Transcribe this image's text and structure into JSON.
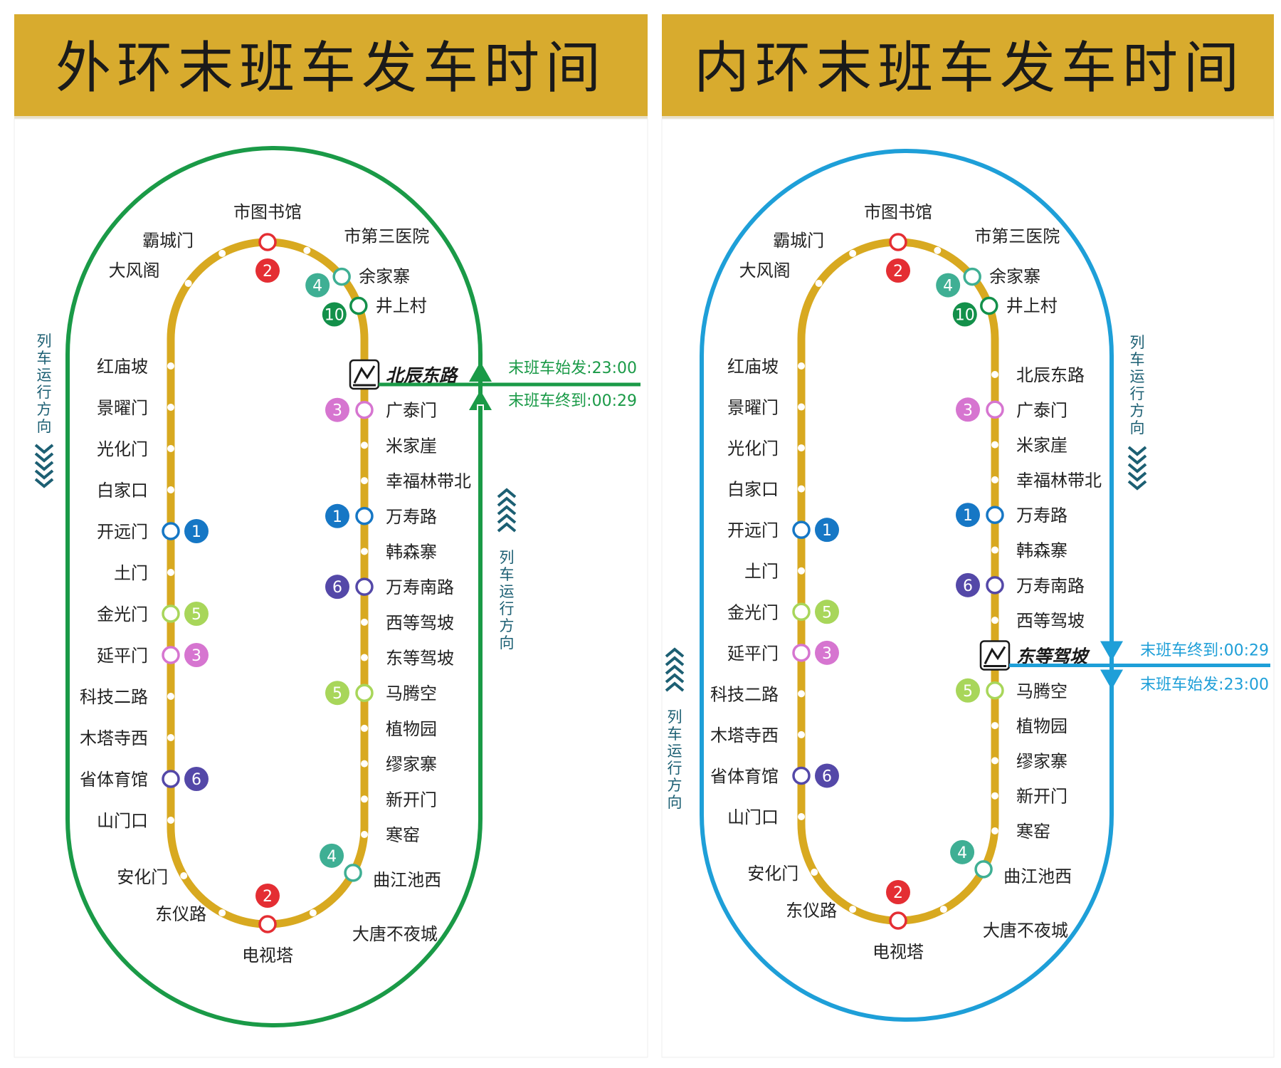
{
  "colors": {
    "header_bg": "#D8AB2E",
    "line_color": "#D8A920",
    "outer_loop": "#1A9A47",
    "inner_loop": "#1E9FD8",
    "dir_text": "#1C5F73",
    "line_badges": {
      "1": "#1677C5",
      "2": "#E42E33",
      "3": "#D675D0",
      "4": "#3FAF94",
      "5": "#A8D65A",
      "6": "#5448A8",
      "10": "#13904A"
    }
  },
  "panels": [
    {
      "id": "outer",
      "title": "外环末班车发车时间",
      "loop_color": "#1A9A47",
      "left_direction_text": "列车运行方向",
      "left_direction_arrows": "down",
      "right_direction_text": "列车运行方向",
      "right_direction_arrows": "up",
      "hub": {
        "name": "北辰东路",
        "side": "right",
        "index": 3,
        "depart_text": "末班车始发:23:00",
        "arrive_text": "末班车终到:00:29"
      },
      "top_station": "市图书馆",
      "top_transfer": [
        "2"
      ],
      "bottom_station": "电视塔",
      "bottom_transfer": [
        "2"
      ],
      "upper_left_arc": [
        "霸城门",
        "大风阁"
      ],
      "upper_right_arc": [
        {
          "name": "市第三医院",
          "transfer": []
        },
        {
          "name": "余家寨",
          "transfer": [
            "4"
          ]
        },
        {
          "name": "井上村",
          "transfer": [
            "10"
          ]
        }
      ],
      "left_column": [
        {
          "name": "红庙坡",
          "transfer": []
        },
        {
          "name": "景曜门",
          "transfer": []
        },
        {
          "name": "光化门",
          "transfer": []
        },
        {
          "name": "白家口",
          "transfer": []
        },
        {
          "name": "开远门",
          "transfer": [
            "1"
          ]
        },
        {
          "name": "土门",
          "transfer": []
        },
        {
          "name": "金光门",
          "transfer": [
            "5"
          ]
        },
        {
          "name": "延平门",
          "transfer": [
            "3"
          ]
        },
        {
          "name": "科技二路",
          "transfer": []
        },
        {
          "name": "木塔寺西",
          "transfer": []
        },
        {
          "name": "省体育馆",
          "transfer": [
            "6"
          ]
        },
        {
          "name": "山门口",
          "transfer": []
        }
      ],
      "right_column": [
        {
          "name": "北辰东路",
          "transfer": [],
          "hub": true
        },
        {
          "name": "广泰门",
          "transfer": [
            "3"
          ]
        },
        {
          "name": "米家崖",
          "transfer": []
        },
        {
          "name": "幸福林带北",
          "transfer": []
        },
        {
          "name": "万寿路",
          "transfer": [
            "1"
          ]
        },
        {
          "name": "韩森寨",
          "transfer": []
        },
        {
          "name": "万寿南路",
          "transfer": [
            "6"
          ]
        },
        {
          "name": "西等驾坡",
          "transfer": []
        },
        {
          "name": "东等驾坡",
          "transfer": []
        },
        {
          "name": "马腾空",
          "transfer": [
            "5"
          ]
        },
        {
          "name": "植物园",
          "transfer": []
        },
        {
          "name": "缪家寨",
          "transfer": []
        },
        {
          "name": "新开门",
          "transfer": []
        },
        {
          "name": "寒窑",
          "transfer": []
        }
      ],
      "lower_left_arc": [
        "安化门",
        "东仪路"
      ],
      "lower_right_arc": [
        {
          "name": "大唐不夜城",
          "transfer": []
        },
        {
          "name": "曲江池西",
          "transfer": [
            "4"
          ]
        }
      ]
    },
    {
      "id": "inner",
      "title": "内环末班车发车时间",
      "loop_color": "#1E9FD8",
      "left_direction_text": "列车运行方向",
      "left_direction_arrows": "up",
      "right_direction_text": "列车运行方向",
      "right_direction_arrows": "down",
      "hub": {
        "name": "东等驾坡",
        "side": "right",
        "depart_text": "末班车始发:23:00",
        "arrive_text": "末班车终到:00:29"
      },
      "top_station": "市图书馆",
      "top_transfer": [
        "2"
      ],
      "bottom_station": "电视塔",
      "bottom_transfer": [
        "2"
      ],
      "upper_left_arc": [
        "霸城门",
        "大风阁"
      ],
      "upper_right_arc": [
        {
          "name": "市第三医院",
          "transfer": []
        },
        {
          "name": "余家寨",
          "transfer": [
            "4"
          ]
        },
        {
          "name": "井上村",
          "transfer": [
            "10"
          ]
        }
      ],
      "left_column": [
        {
          "name": "红庙坡",
          "transfer": []
        },
        {
          "name": "景曜门",
          "transfer": []
        },
        {
          "name": "光化门",
          "transfer": []
        },
        {
          "name": "白家口",
          "transfer": []
        },
        {
          "name": "开远门",
          "transfer": [
            "1"
          ]
        },
        {
          "name": "土门",
          "transfer": []
        },
        {
          "name": "金光门",
          "transfer": [
            "5"
          ]
        },
        {
          "name": "延平门",
          "transfer": [
            "3"
          ]
        },
        {
          "name": "科技二路",
          "transfer": []
        },
        {
          "name": "木塔寺西",
          "transfer": []
        },
        {
          "name": "省体育馆",
          "transfer": [
            "6"
          ]
        },
        {
          "name": "山门口",
          "transfer": []
        }
      ],
      "right_column": [
        {
          "name": "北辰东路",
          "transfer": []
        },
        {
          "name": "广泰门",
          "transfer": [
            "3"
          ]
        },
        {
          "name": "米家崖",
          "transfer": []
        },
        {
          "name": "幸福林带北",
          "transfer": []
        },
        {
          "name": "万寿路",
          "transfer": [
            "1"
          ]
        },
        {
          "name": "韩森寨",
          "transfer": []
        },
        {
          "name": "万寿南路",
          "transfer": [
            "6"
          ]
        },
        {
          "name": "西等驾坡",
          "transfer": []
        },
        {
          "name": "东等驾坡",
          "transfer": [],
          "hub": true
        },
        {
          "name": "马腾空",
          "transfer": [
            "5"
          ]
        },
        {
          "name": "植物园",
          "transfer": []
        },
        {
          "name": "缪家寨",
          "transfer": []
        },
        {
          "name": "新开门",
          "transfer": []
        },
        {
          "name": "寒窑",
          "transfer": []
        }
      ],
      "lower_left_arc": [
        "安化门",
        "东仪路"
      ],
      "lower_right_arc": [
        {
          "name": "大唐不夜城",
          "transfer": []
        },
        {
          "name": "曲江池西",
          "transfer": [
            "4"
          ]
        }
      ]
    }
  ]
}
